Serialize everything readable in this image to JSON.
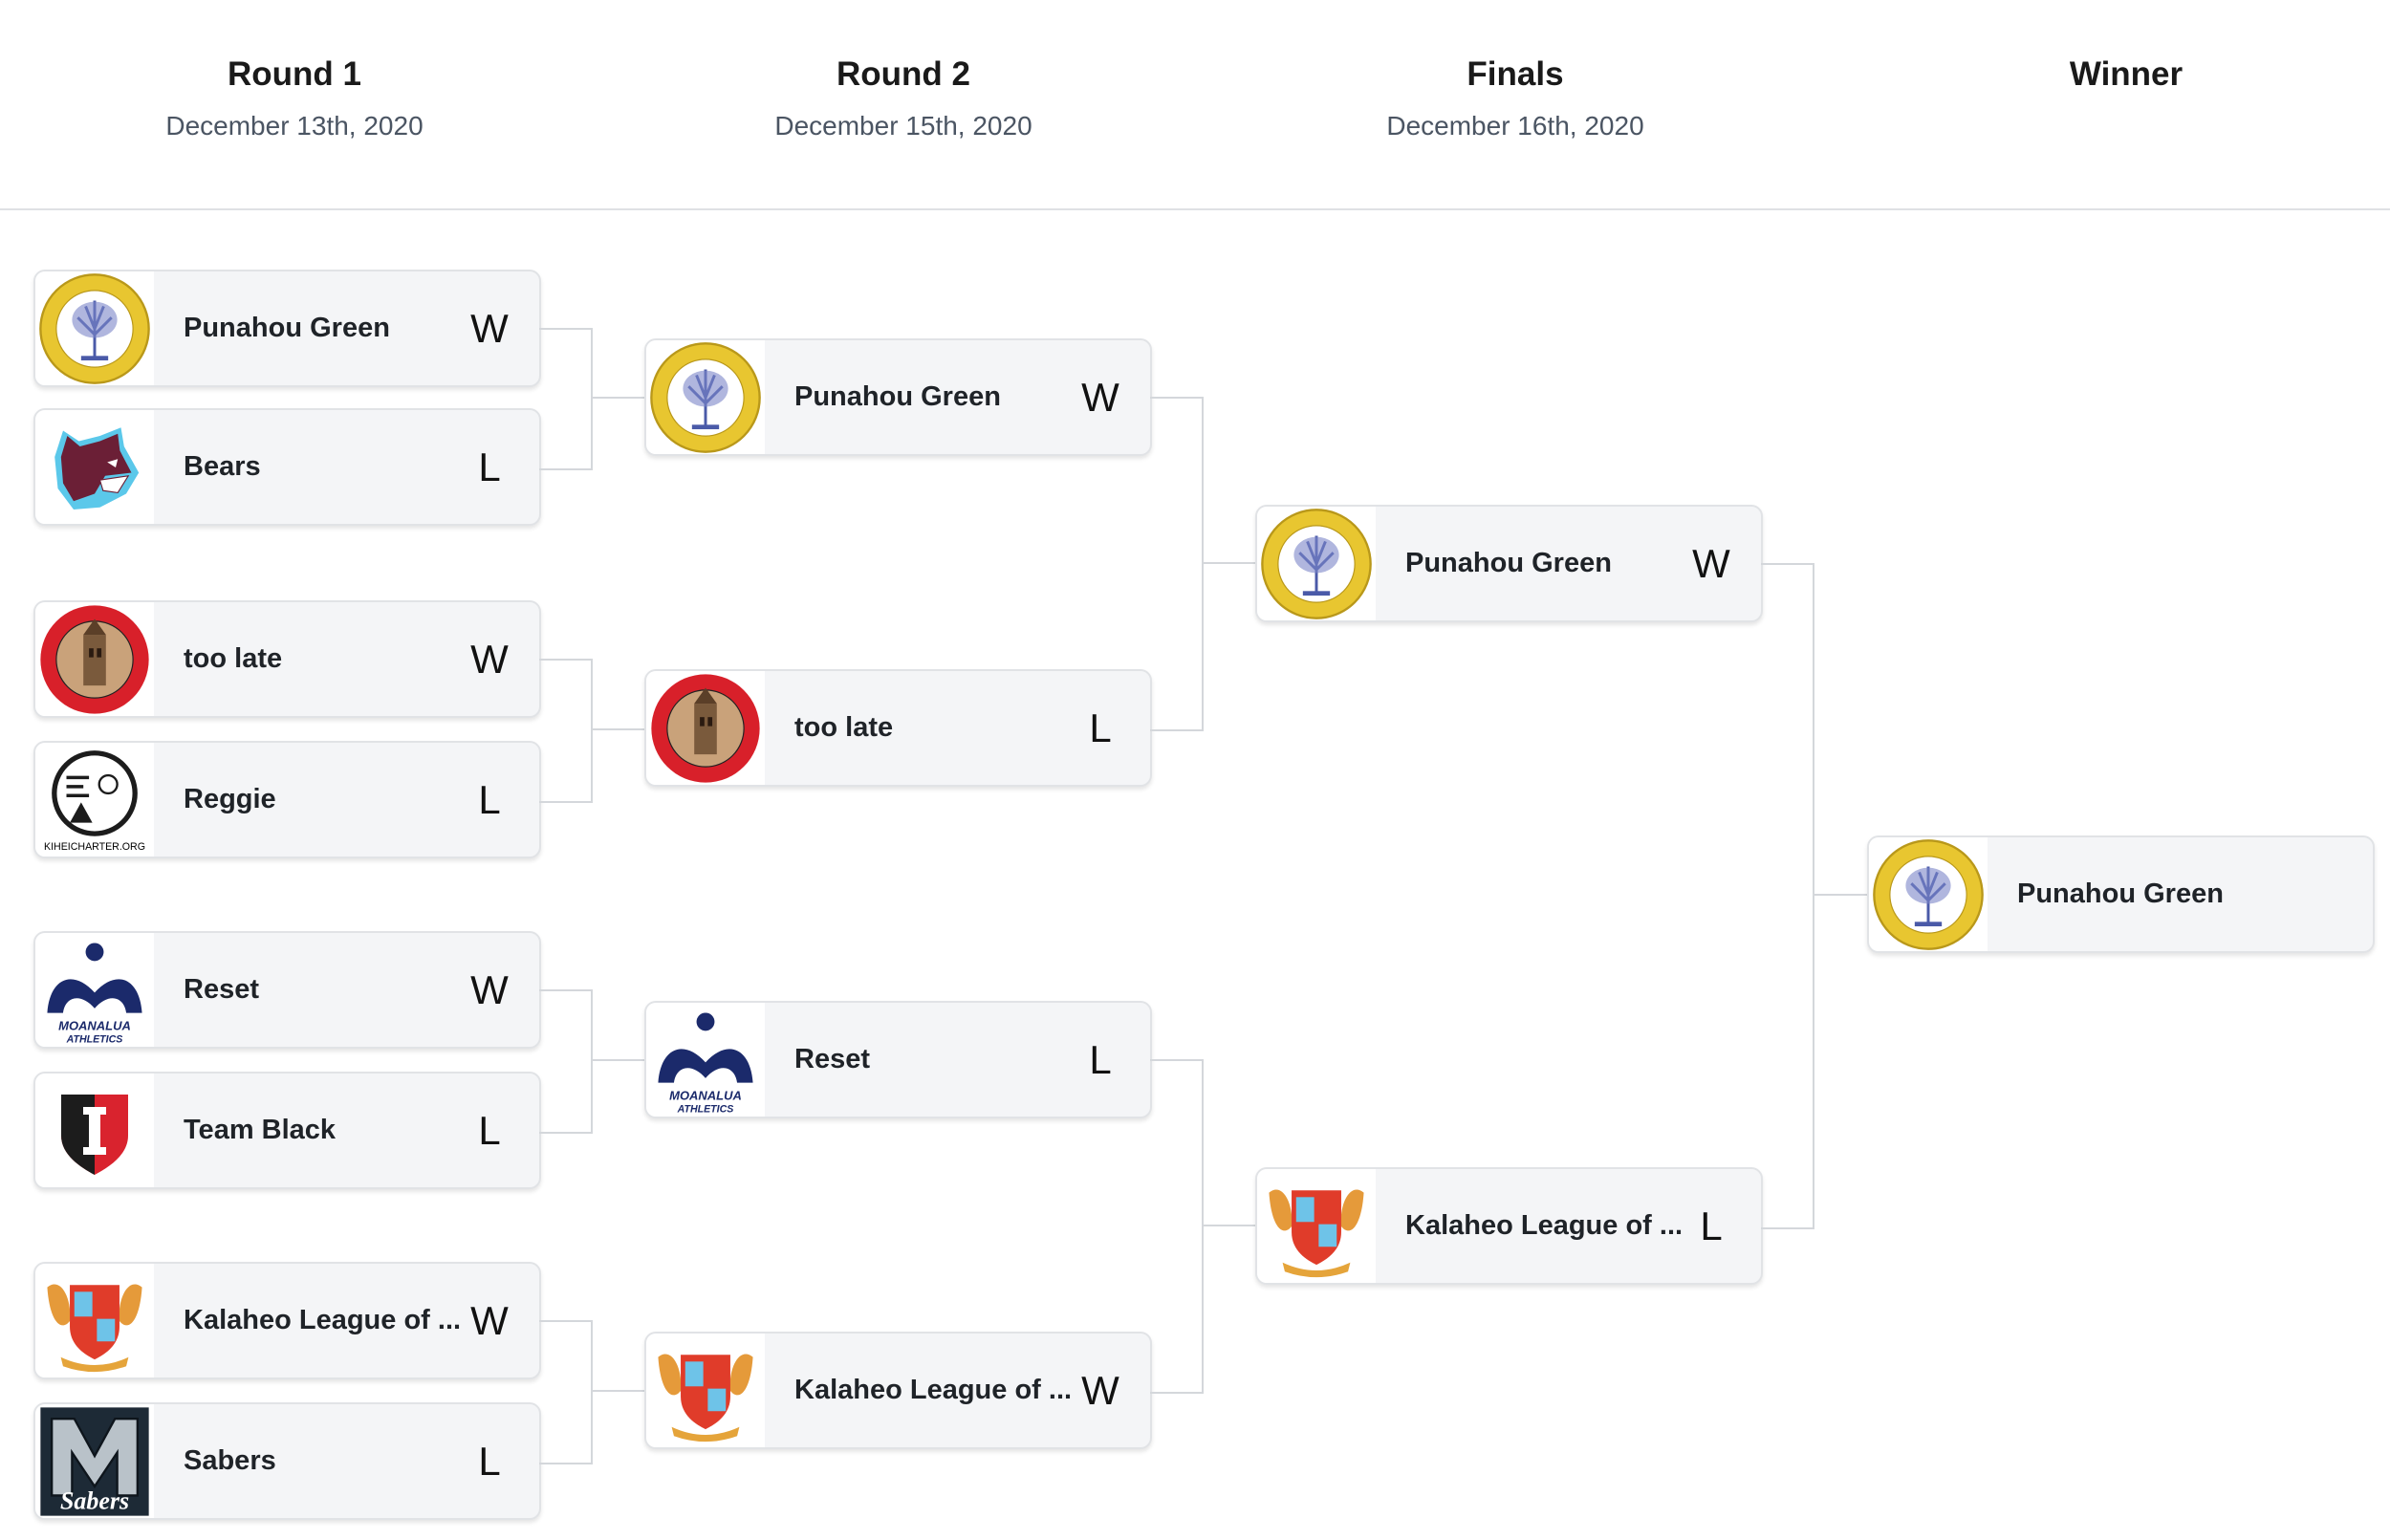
{
  "columns": [
    {
      "title": "Round 1",
      "date": "December 13th, 2020"
    },
    {
      "title": "Round 2",
      "date": "December 15th, 2020"
    },
    {
      "title": "Finals",
      "date": "December 16th, 2020"
    },
    {
      "title": "Winner",
      "date": ""
    }
  ],
  "rounds": [
    [
      {
        "team": "Punahou Green",
        "result": "W",
        "logo": "punahou-seal-icon"
      },
      {
        "team": "Bears",
        "result": "L",
        "logo": "bear-icon"
      },
      {
        "team": "too late",
        "result": "W",
        "logo": "roosevelt-seal-icon"
      },
      {
        "team": "Reggie",
        "result": "L",
        "logo": "kihei-charter-icon"
      },
      {
        "team": "Reset",
        "result": "W",
        "logo": "moanalua-athletics-icon"
      },
      {
        "team": "Team Black",
        "result": "L",
        "logo": "shield-i-icon"
      },
      {
        "team": "Kalaheo League of ...",
        "result": "W",
        "logo": "kalaheo-crest-icon"
      },
      {
        "team": "Sabers",
        "result": "L",
        "logo": "sabers-icon"
      }
    ],
    [
      {
        "team": "Punahou Green",
        "result": "W",
        "logo": "punahou-seal-icon"
      },
      {
        "team": "too late",
        "result": "L",
        "logo": "roosevelt-seal-icon"
      },
      {
        "team": "Reset",
        "result": "L",
        "logo": "moanalua-athletics-icon"
      },
      {
        "team": "Kalaheo League of ...",
        "result": "W",
        "logo": "kalaheo-crest-icon"
      }
    ],
    [
      {
        "team": "Punahou Green",
        "result": "W",
        "logo": "punahou-seal-icon"
      },
      {
        "team": "Kalaheo League of ...",
        "result": "L",
        "logo": "kalaheo-crest-icon"
      }
    ],
    [
      {
        "team": "Punahou Green",
        "result": "",
        "logo": "punahou-seal-icon"
      }
    ]
  ],
  "colors": {
    "card_bg": "#f4f5f7",
    "card_border": "#e1e3e6",
    "connector": "#d4d7db",
    "date_text": "#4b5563"
  }
}
